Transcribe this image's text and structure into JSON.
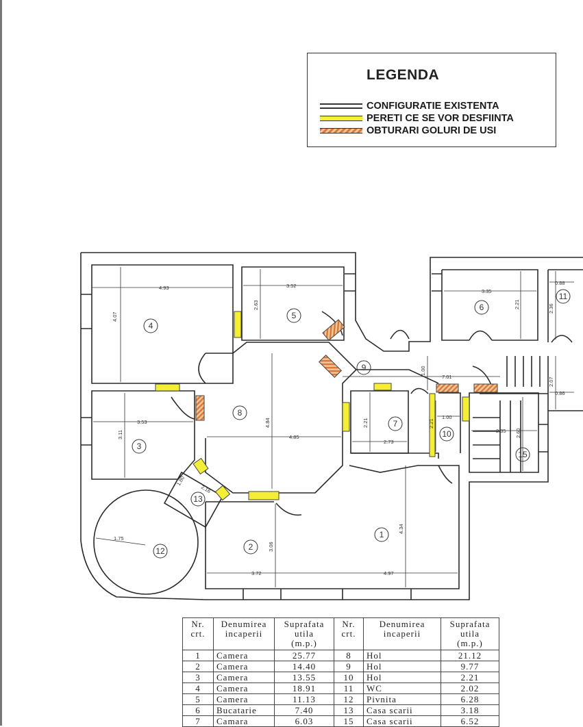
{
  "legend": {
    "title": "LEGENDA",
    "items": [
      {
        "label": "CONFIGURATIE EXISTENTA",
        "style": "existing"
      },
      {
        "label": "PERETI CE SE VOR DESFIINTA",
        "style": "remove",
        "color": "#f5ee37"
      },
      {
        "label": "OBTURARI GOLURI DE USI",
        "style": "obstruct",
        "color": "#d97a3a"
      }
    ]
  },
  "plan": {
    "dimensions": [
      "4.93",
      "4.07",
      "3.52",
      "2.63",
      "3.35",
      "2.21",
      "0.88",
      "2.36",
      "3.53",
      "3.11",
      "4.84",
      "4.85",
      "1.00",
      "7.01",
      "2.21",
      "2.73",
      "2.21",
      "1.00",
      "2.35",
      "2.60",
      "2.07",
      "0.86",
      "1.75",
      "1.80",
      "2.16",
      "3.06",
      "3.72",
      "4.34",
      "4.97"
    ],
    "rooms": [
      "4",
      "5",
      "6",
      "11",
      "8",
      "9",
      "3",
      "7",
      "10",
      "15",
      "13",
      "12",
      "2",
      "1"
    ]
  },
  "table": {
    "headers": {
      "nr": "Nr.\ncrt.",
      "name": "Denumirea\nincaperii",
      "area": "Suprafata\nutila\n(m.p.)"
    },
    "rows": [
      {
        "nr1": "1",
        "name1": "Camera",
        "area1": "25.77",
        "nr2": "8",
        "name2": "Hol",
        "area2": "21.12"
      },
      {
        "nr1": "2",
        "name1": "Camera",
        "area1": "14.40",
        "nr2": "9",
        "name2": "Hol",
        "area2": "9.77"
      },
      {
        "nr1": "3",
        "name1": "Camera",
        "area1": "13.55",
        "nr2": "10",
        "name2": "Hol",
        "area2": "2.21"
      },
      {
        "nr1": "4",
        "name1": "Camera",
        "area1": "18.91",
        "nr2": "11",
        "name2": "WC",
        "area2": "2.02"
      },
      {
        "nr1": "5",
        "name1": "Camera",
        "area1": "11.13",
        "nr2": "12",
        "name2": "Pivnita",
        "area2": "6.28"
      },
      {
        "nr1": "6",
        "name1": "Bucatarie",
        "area1": "7.40",
        "nr2": "13",
        "name2": "Casa scarii",
        "area2": "3.18"
      },
      {
        "nr1": "7",
        "name1": "Camara",
        "area1": "6.03",
        "nr2": "15",
        "name2": "Casa scarii",
        "area2": "6.52"
      }
    ]
  }
}
